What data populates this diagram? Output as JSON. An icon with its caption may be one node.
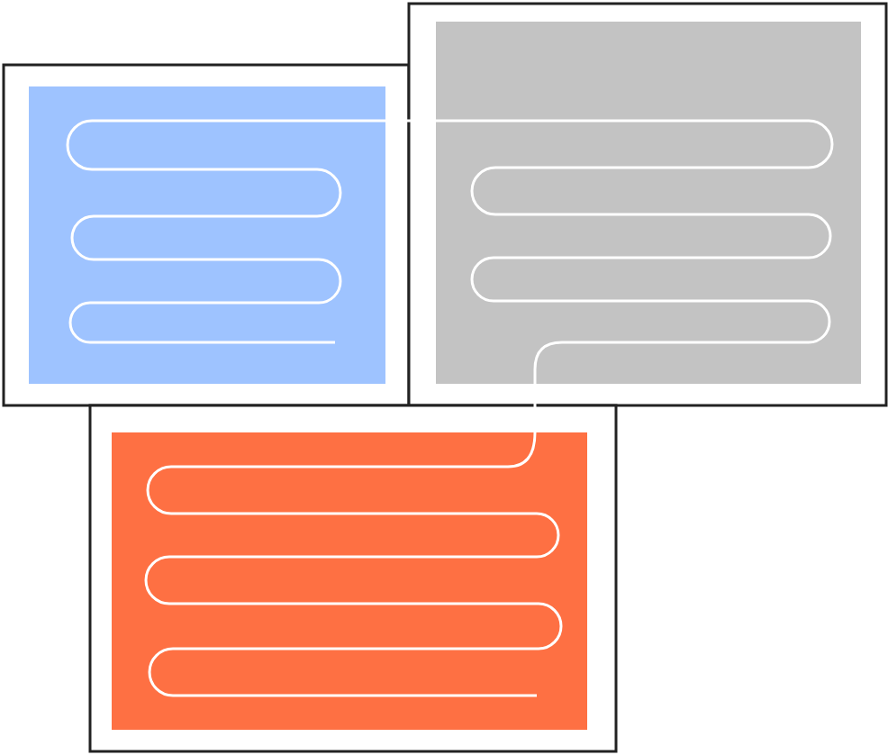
{
  "diagram": {
    "nodes": [
      {
        "text": [],
        "shape": "box"
      },
      {
        "text": [],
        "shape": "box"
      },
      {
        "text": [],
        "shape": "box"
      }
    ],
    "edges": [
      {
        "from": 0,
        "to": 1,
        "arrow": "none"
      },
      {
        "from": 1,
        "to": 2,
        "arrow": "none"
      }
    ]
  }
}
